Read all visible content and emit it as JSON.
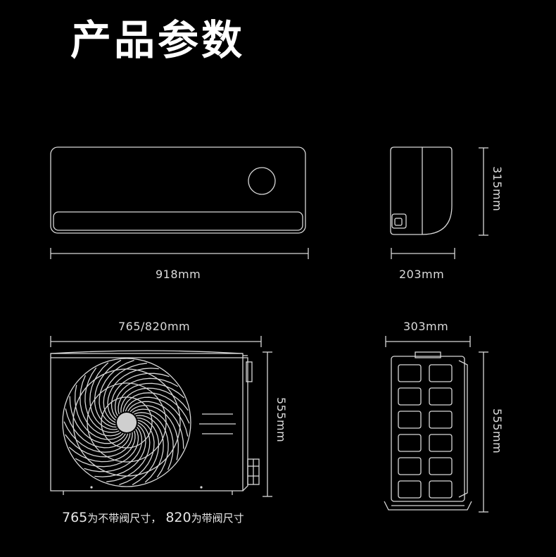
{
  "title": "产品参数",
  "indoor": {
    "width_label": "918mm",
    "depth_label": "203mm",
    "height_label": "315mm"
  },
  "outdoor": {
    "width_label": "765/820mm",
    "depth_label": "303mm",
    "height_front_label": "555mm",
    "height_side_label": "555mm"
  },
  "note": {
    "part1_num": "765",
    "part1_text": "为不带阀尺寸，",
    "part2_num": "820",
    "part2_text": "为带阀尺寸"
  },
  "colors": {
    "background": "#000000",
    "line": "#d8d8d8",
    "text": "#e6e6e6"
  }
}
